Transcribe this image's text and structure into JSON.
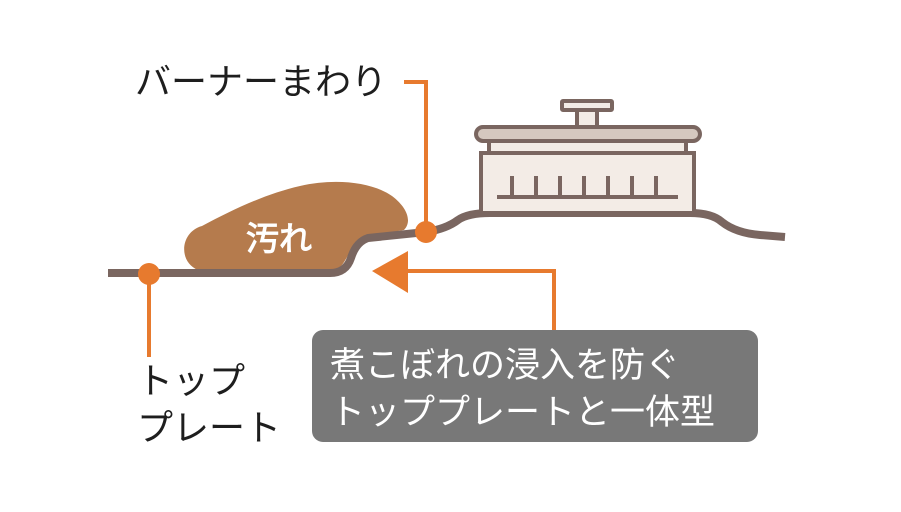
{
  "labels": {
    "burner_area": "バーナーまわり",
    "dirt": "汚れ",
    "top_plate_line1": "トップ",
    "top_plate_line2": "プレート",
    "callout_line1": "煮こぼれの浸入を防ぐ",
    "callout_line2": "トッププレートと一体型"
  },
  "colors": {
    "accent_orange": "#e77a2e",
    "outline_brown": "#7a6660",
    "dirt_brown": "#b57b4d",
    "burner_fill": "#f3ece6",
    "burner_bar": "#d5c8bf",
    "callout_bg": "#787878",
    "callout_text": "#ffffff",
    "label_text": "#1e1e1e"
  }
}
